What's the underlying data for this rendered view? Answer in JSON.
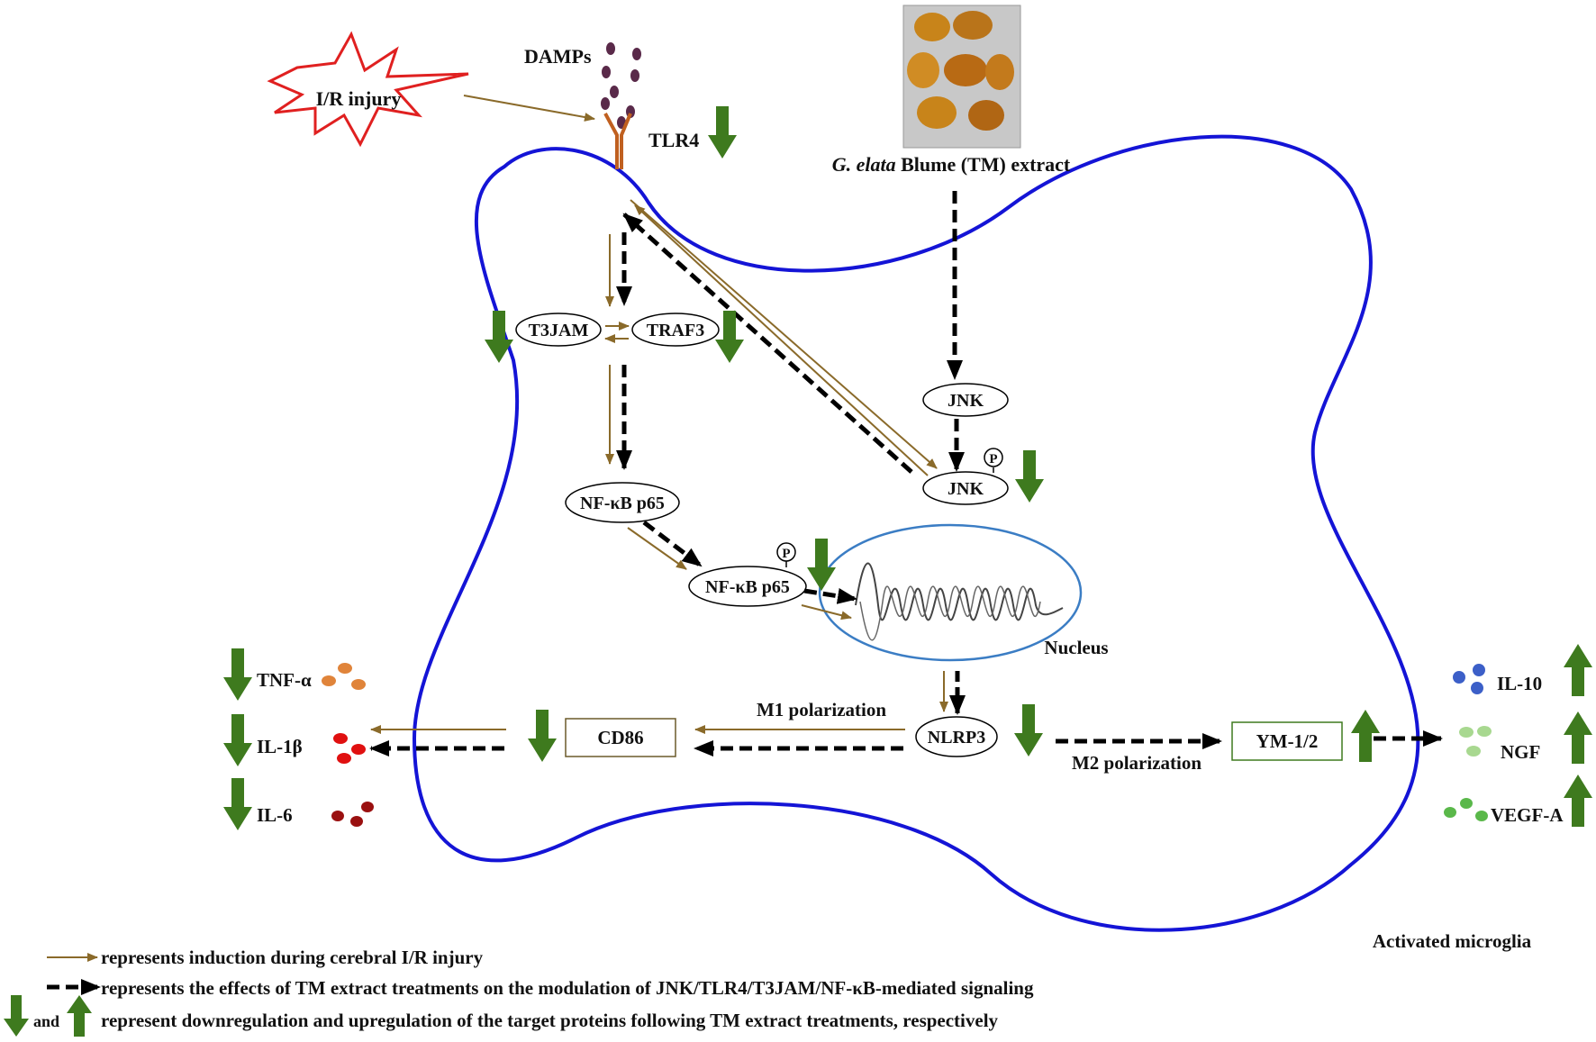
{
  "injury": {
    "label": "I/R injury"
  },
  "damps": {
    "label": "DAMPs"
  },
  "receptor": {
    "label": "TLR4"
  },
  "extract": {
    "italic": "G. elata",
    "rest": " Blume (TM) extract"
  },
  "nodes": {
    "t3jam": "T3JAM",
    "traf3": "TRAF3",
    "jnk": "JNK",
    "pjnk": "JNK",
    "nfkb": "NF-κB p65",
    "pnfkb": "NF-κB p65",
    "phospho_mark": "P",
    "nucleus": "Nucleus",
    "nlrp3": "NLRP3",
    "cd86": "CD86",
    "ym": "YM-1/2"
  },
  "polarization": {
    "m1": "M1 polarization",
    "m2": "M2 polarization"
  },
  "cytokines_m1": [
    "TNF-α",
    "IL-1β",
    "IL-6"
  ],
  "cytokines_m2": [
    "IL-10",
    "NGF",
    "VEGF-A"
  ],
  "cell_label": "Activated microglia",
  "legend": {
    "induction": "represents induction  during  cerebral I/R injury",
    "treatment": "represents the effects of TM extract treatments on the modulation  of JNK/TLR4/T3JAM/NF-κB-mediated  signaling",
    "and": "and",
    "updown": "represent downregulation  and upregulation  of the target proteins following  TM extract treatments, respectively"
  },
  "colors": {
    "membrane": "#1414d6",
    "induction_arrow": "#8a6a2a",
    "treatment_arrow": "#000000",
    "regulation_arrow": "#3e7a1e",
    "nucleus": "#3b7dc4",
    "injury_burst": "#e02020",
    "receptor": "#c06020",
    "damp_particle": "#5a2a4a",
    "tnf": "#e0843a",
    "il1b": "#e01010",
    "il6": "#9a1010",
    "il10": "#3c5fc8",
    "ngf": "#a8d890",
    "vegf": "#5ab84a",
    "photo_bg": "#c8c8c8",
    "rhizome": "#c8841a"
  }
}
